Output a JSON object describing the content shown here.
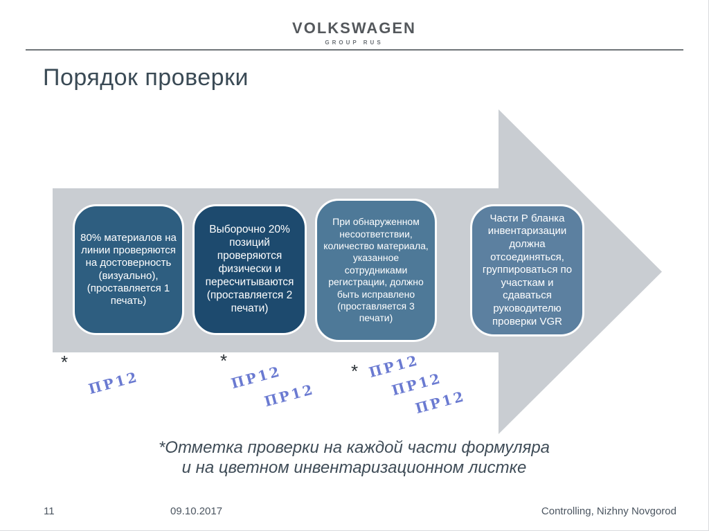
{
  "logo": {
    "brand": "VOLKSWAGEN",
    "sub": "GROUP RUS"
  },
  "title": "Порядок проверки",
  "diagram": {
    "arrow_color": "#c9cdd2",
    "stamp_color": "#5163c9",
    "asterisk": "*",
    "stamp_label": "ПР12",
    "steps": [
      {
        "text": "80% материалов на линии проверяются на достоверность (визуально), (проставляется 1 печать)",
        "color": "#2e5e80"
      },
      {
        "text": "Выборочно 20% позиций проверяются физически и пересчитываются (проставляется 2 печати)",
        "color": "#1d4a6e"
      },
      {
        "text": "При обнаруженном несоответствии, количество материала, указанное сотрудниками регистрации, должно быть исправлено (проставляется 3 печати)",
        "color": "#4e7998"
      },
      {
        "text": "Части Р бланка инвентаризации должна отсоединяться, группироваться по участкам и сдаваться руководителю проверки VGR",
        "color": "#5c80a0"
      }
    ]
  },
  "footnote": {
    "line1": "*Отметка проверки на каждой части формуляра",
    "line2": "и на цветном инвентаризационном листке"
  },
  "footer": {
    "page": "11",
    "date": "09.10.2017",
    "location": "Controlling, Nizhny Novgorod"
  }
}
